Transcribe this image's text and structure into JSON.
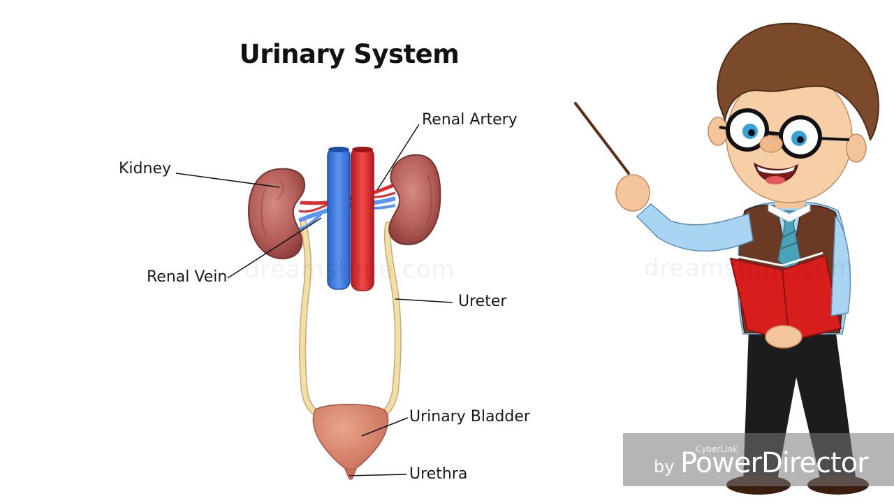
{
  "diagram": {
    "title": "Urinary System",
    "labels": {
      "kidney": "Kidney",
      "renal_artery": "Renal Artery",
      "renal_vein": "Renal Vein",
      "ureter": "Ureter",
      "urinary_bladder": "Urinary Bladder",
      "urethra": "Urethra"
    }
  },
  "watermark": {
    "text": "dreamstime.com"
  },
  "video_watermark": {
    "brand": "CyberLink",
    "by": "by",
    "product": "PowerDirector"
  },
  "colors": {
    "kidney": "#b5605a",
    "vein": "#3a7ce6",
    "artery": "#de2a2e",
    "ureter": "#f2dfa6",
    "bladder": "#d9836d",
    "book": "#d81d1d",
    "shirt": "#a9d4f2",
    "vest": "#6b3a24",
    "hair": "#7a4a2b"
  }
}
